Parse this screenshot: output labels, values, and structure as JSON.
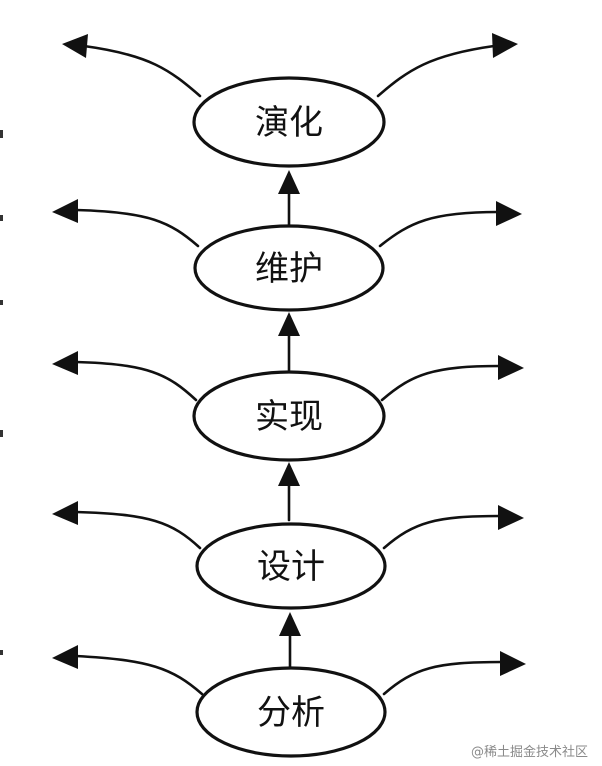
{
  "diagram": {
    "stages": [
      {
        "id": "evolution",
        "label": "演化"
      },
      {
        "id": "maintenance",
        "label": "维护"
      },
      {
        "id": "implementation",
        "label": "实现"
      },
      {
        "id": "design",
        "label": "设计"
      },
      {
        "id": "analysis",
        "label": "分析"
      }
    ],
    "flow_direction": "bottom-to-top",
    "side_arrows": "each stage has outward curved arrows to the left and right"
  },
  "watermark": "@稀土掘金技术社区"
}
